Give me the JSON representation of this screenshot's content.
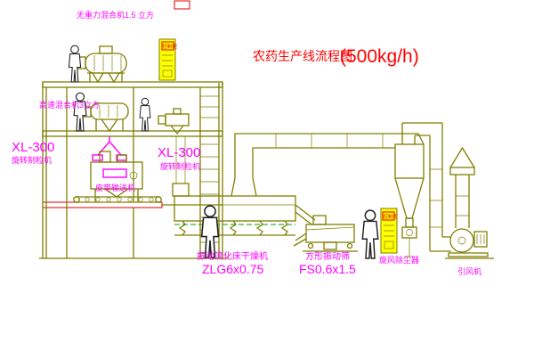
{
  "title": {
    "prefix": "农药生产线流程图",
    "capacity": "(500kg/h)"
  },
  "labels": {
    "top_mixer": "无重力混合机1.5 立方",
    "second_mixer": "高速混合机3立方",
    "granulator_left_model": "XL-300",
    "granulator_left_name": "旋转制粒机",
    "granulator_mid_model": "XL-300",
    "granulator_mid_name": "旋转制粒机",
    "belt_conveyor": "皮带输送机",
    "dryer_name": "振动流化床干燥机",
    "dryer_model": "ZLG6x0.75",
    "screen_name": "方形振动筛",
    "screen_model": "FS0.6x1.5",
    "cyclone": "旋风除尘器",
    "fan": "引风机",
    "control_cabinet": "控制柜"
  },
  "colors": {
    "structure_olive": "#7f7f00",
    "label_magenta": "#ff00ff",
    "title_red": "#ff0000",
    "cabinet_yellow": "#ffff00",
    "centerline_green": "#00a000",
    "hatch_red": "#dd0000"
  }
}
